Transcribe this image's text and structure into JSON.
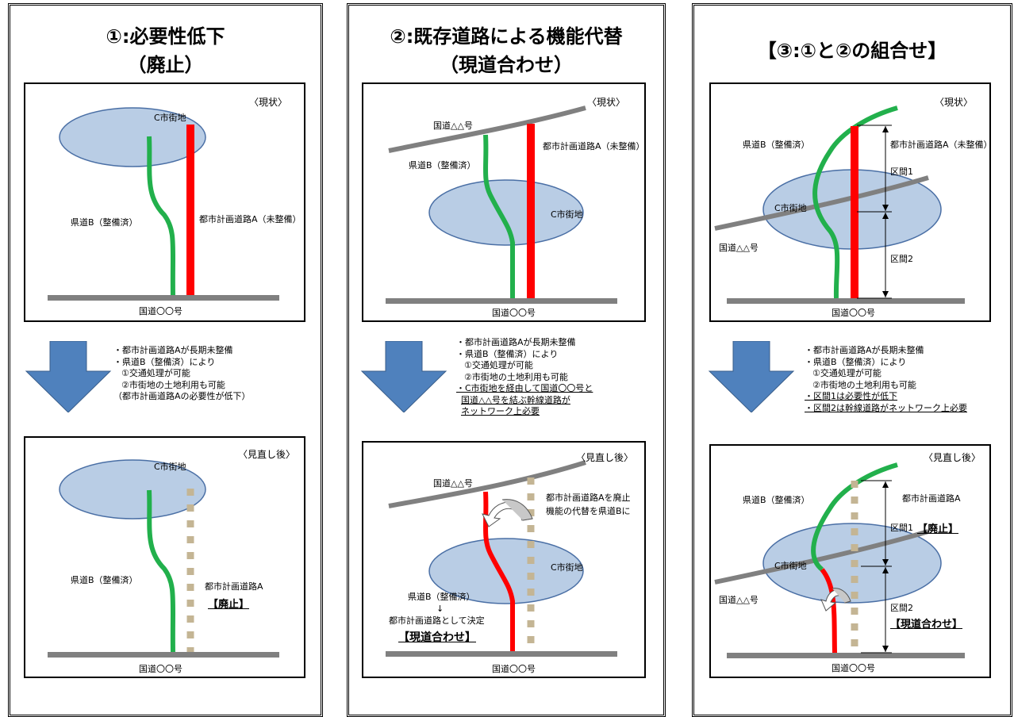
{
  "colors": {
    "ellipse_fill": "#b9cde5",
    "ellipse_stroke": "#4a6fa5",
    "green": "#22b04c",
    "red": "#ff0000",
    "gray": "#808080",
    "beige": "#c4b594",
    "arrow_blue": "#4f81bd"
  },
  "col1": {
    "title1": "①:必要性低下",
    "title2": "（廃止）",
    "top": {
      "state": "〈現状〉",
      "city": "C市街地",
      "pref_road": "県道B（整備済）",
      "city_road": "都市計画道路A（未整備）",
      "national": "国道〇〇号"
    },
    "notes": [
      "・都市計画道路Aが長期未整備",
      "・県道B（整備済）により",
      "①交通処理が可能",
      "②市街地の土地利用も可能",
      "（都市計画道路Aの必要性が低下）"
    ],
    "bottom": {
      "state": "〈見直し後〉",
      "city": "C市街地",
      "pref_road": "県道B（整備済）",
      "city_road": "都市計画道路A",
      "abolish": "【廃止】",
      "national": "国道〇〇号"
    }
  },
  "col2": {
    "title1": "②:既存道路による機能代替",
    "title2": "（現道合わせ）",
    "top": {
      "state": "〈現状〉",
      "city": "C市街地",
      "pref_road": "県道B（整備済）",
      "city_road": "都市計画道路A（未整備）",
      "national": "国道〇〇号",
      "national2": "国道△△号"
    },
    "notes": [
      "・都市計画道路Aが長期未整備",
      "・県道B（整備済）により",
      "①交通処理が可能",
      "②市街地の土地利用も可能",
      "・C市街地を経由して国道〇〇号と",
      "国道△△号を結ぶ幹線道路が",
      "ネットワーク上必要"
    ],
    "bottom": {
      "state": "〈見直し後〉",
      "city": "C市街地",
      "national2": "国道△△号",
      "abolish_note1": "都市計画道路Aを廃止",
      "abolish_note2": "機能の代替を県道Bに",
      "decide1": "県道B（整備済）",
      "decide_arrow": "↓",
      "decide2": "都市計画道路として決定",
      "align": "【現道合わせ】",
      "national": "国道〇〇号"
    }
  },
  "col3": {
    "title1": "【③:①と②の組合せ】",
    "top": {
      "state": "〈現状〉",
      "city": "C市街地",
      "pref_road": "県道B（整備済）",
      "city_road": "都市計画道路A（未整備）",
      "national": "国道〇〇号",
      "national2": "国道△△号",
      "sec1": "区間1",
      "sec2": "区間2"
    },
    "notes": [
      "・都市計画道路Aが長期未整備",
      "・県道B（整備済）により",
      "①交通処理が可能",
      "②市街地の土地利用も可能",
      "・区間1は必要性が低下",
      "・区間2は幹線道路がネットワーク上必要"
    ],
    "bottom": {
      "state": "〈見直し後〉",
      "city": "C市街地",
      "pref_road": "県道B（整備済）",
      "city_road": "都市計画道路A",
      "sec1": "区間1",
      "abolish": "【廃止】",
      "sec2": "区間2",
      "align": "【現道合わせ】",
      "national": "国道〇〇号",
      "national2": "国道△△号"
    }
  }
}
